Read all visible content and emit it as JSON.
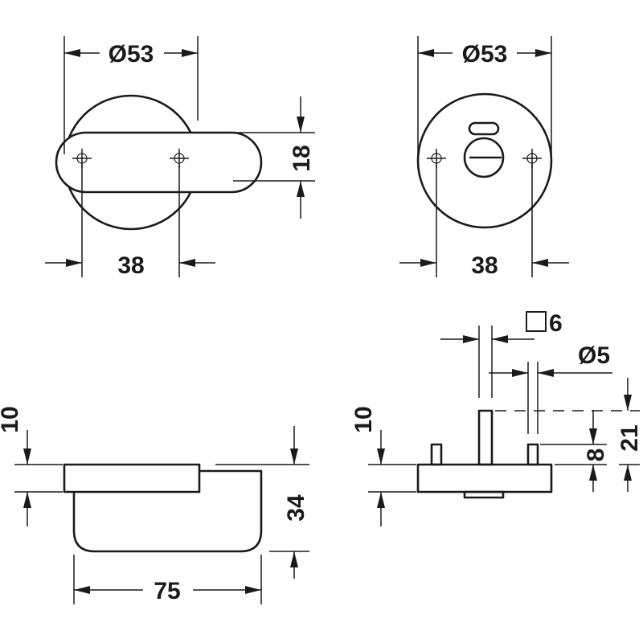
{
  "dimensions": {
    "lever_rose_diameter": "Ø53",
    "lever_screw_spacing": "38",
    "lever_height": "18",
    "indicator_rose_diameter": "Ø53",
    "indicator_screw_spacing": "38",
    "lever_side_rose_thickness": "10",
    "lever_side_projection": "34",
    "lever_length": "75",
    "spindle_square": "6",
    "pin_diameter": "Ø5",
    "indicator_rose_thickness": "10",
    "pin_length": "8",
    "spindle_length": "21"
  },
  "colors": {
    "line": "#1a1a1a",
    "background": "#ffffff"
  }
}
